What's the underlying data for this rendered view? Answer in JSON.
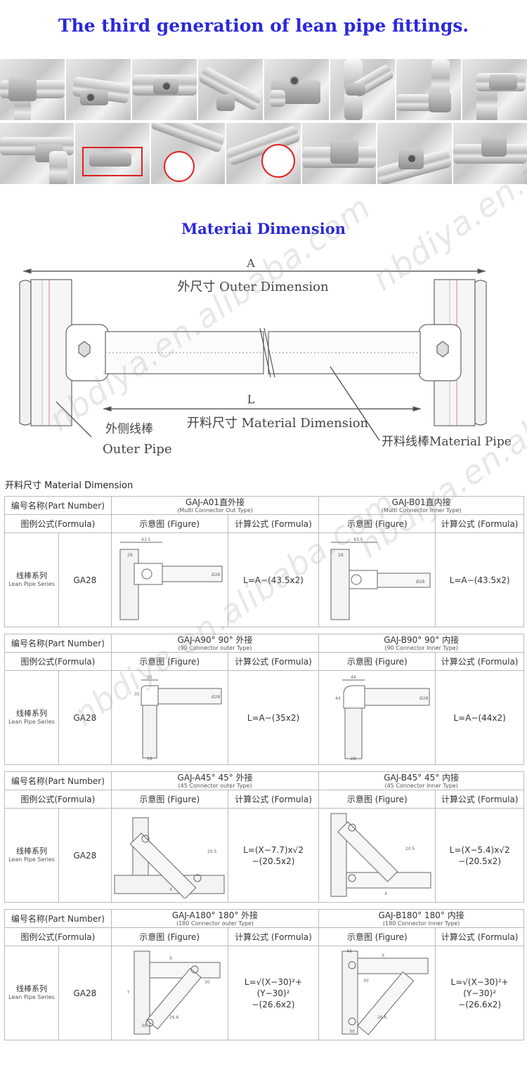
{
  "header": {
    "title": "The third generation of lean pipe fittings."
  },
  "dimension": {
    "title": "Materiai   Dimension",
    "label_a": "A",
    "outer_dimension": "外尺寸 Outer Dimension",
    "label_l": "L",
    "material_dimension": "开料尺寸 Material Dimension",
    "outer_pipe_cn": "外侧线棒",
    "outer_pipe_en": "Outer Pipe",
    "material_pipe": "开料线棒Material Pipe"
  },
  "table": {
    "title": "开料尺寸 Material Dimension",
    "part_number_label": "编号名称(Part Number)",
    "formula_label": "图例公式(Formula)",
    "figure_label": "示意图 (Figure)",
    "calc_label": "计算公式 (Formula)",
    "series_cn": "线棒系列",
    "series_en": "Lean Pipe Series",
    "series_code": "GA28",
    "sections": [
      {
        "left": {
          "name": "GAJ-A01直外接",
          "sub": "(Multi Connector Out Type)",
          "formula": "L=A−(43.5x2)",
          "dims": [
            "43.5",
            "28",
            "Ø28"
          ]
        },
        "right": {
          "name": "GAJ-B01直内接",
          "sub": "(Multi Connector Inner Type)",
          "formula": "L=A−(43.5x2)",
          "dims": [
            "43.5",
            "28",
            "Ø28"
          ]
        }
      },
      {
        "left": {
          "name": "GAJ-A90°  90° 外接",
          "sub": "(90 Connector outer Type)",
          "formula": "L=A−(35x2)",
          "dims": [
            "35",
            "35",
            "Ø28",
            "28"
          ]
        },
        "right": {
          "name": "GAJ-B90°  90° 内接",
          "sub": "(90 Connector Inner Type)",
          "formula": "L=A−(44x2)",
          "dims": [
            "44",
            "44",
            "Ø28",
            "28"
          ]
        }
      },
      {
        "left": {
          "name": "GAJ-A45°  45° 外接",
          "sub": "(45 Connector outer Type)",
          "formula": "L=(X−7.7)x√2",
          "formula2": "−(20.5x2)",
          "dims": [
            "20.5",
            "X"
          ]
        },
        "right": {
          "name": "GAJ-B45°  45° 内接",
          "sub": "(45 Connector Inner Type)",
          "formula": "L=(X−5.4)x√2",
          "formula2": "−(20.5x2)",
          "dims": [
            "20.5",
            "X"
          ]
        }
      },
      {
        "left": {
          "name": "GAJ-A180°  180° 外接",
          "sub": "(180 Connector outer Type)",
          "formula": "L=√(X−30)²+(Y−30)²",
          "formula2": "−(26.6x2)",
          "dims": [
            "X",
            "30",
            "26.6",
            "30",
            "Y"
          ]
        },
        "right": {
          "name": "GAJ-B180°  180° 内接",
          "sub": "(180 Connector Inner Type)",
          "formula": "L=√(X−30)²+(Y−30)²",
          "formula2": "−(26.6x2)",
          "dims": [
            "44",
            "X",
            "30",
            "26.6",
            "30"
          ]
        }
      }
    ]
  },
  "watermark": "nbdiya.en.alibaba.com"
}
